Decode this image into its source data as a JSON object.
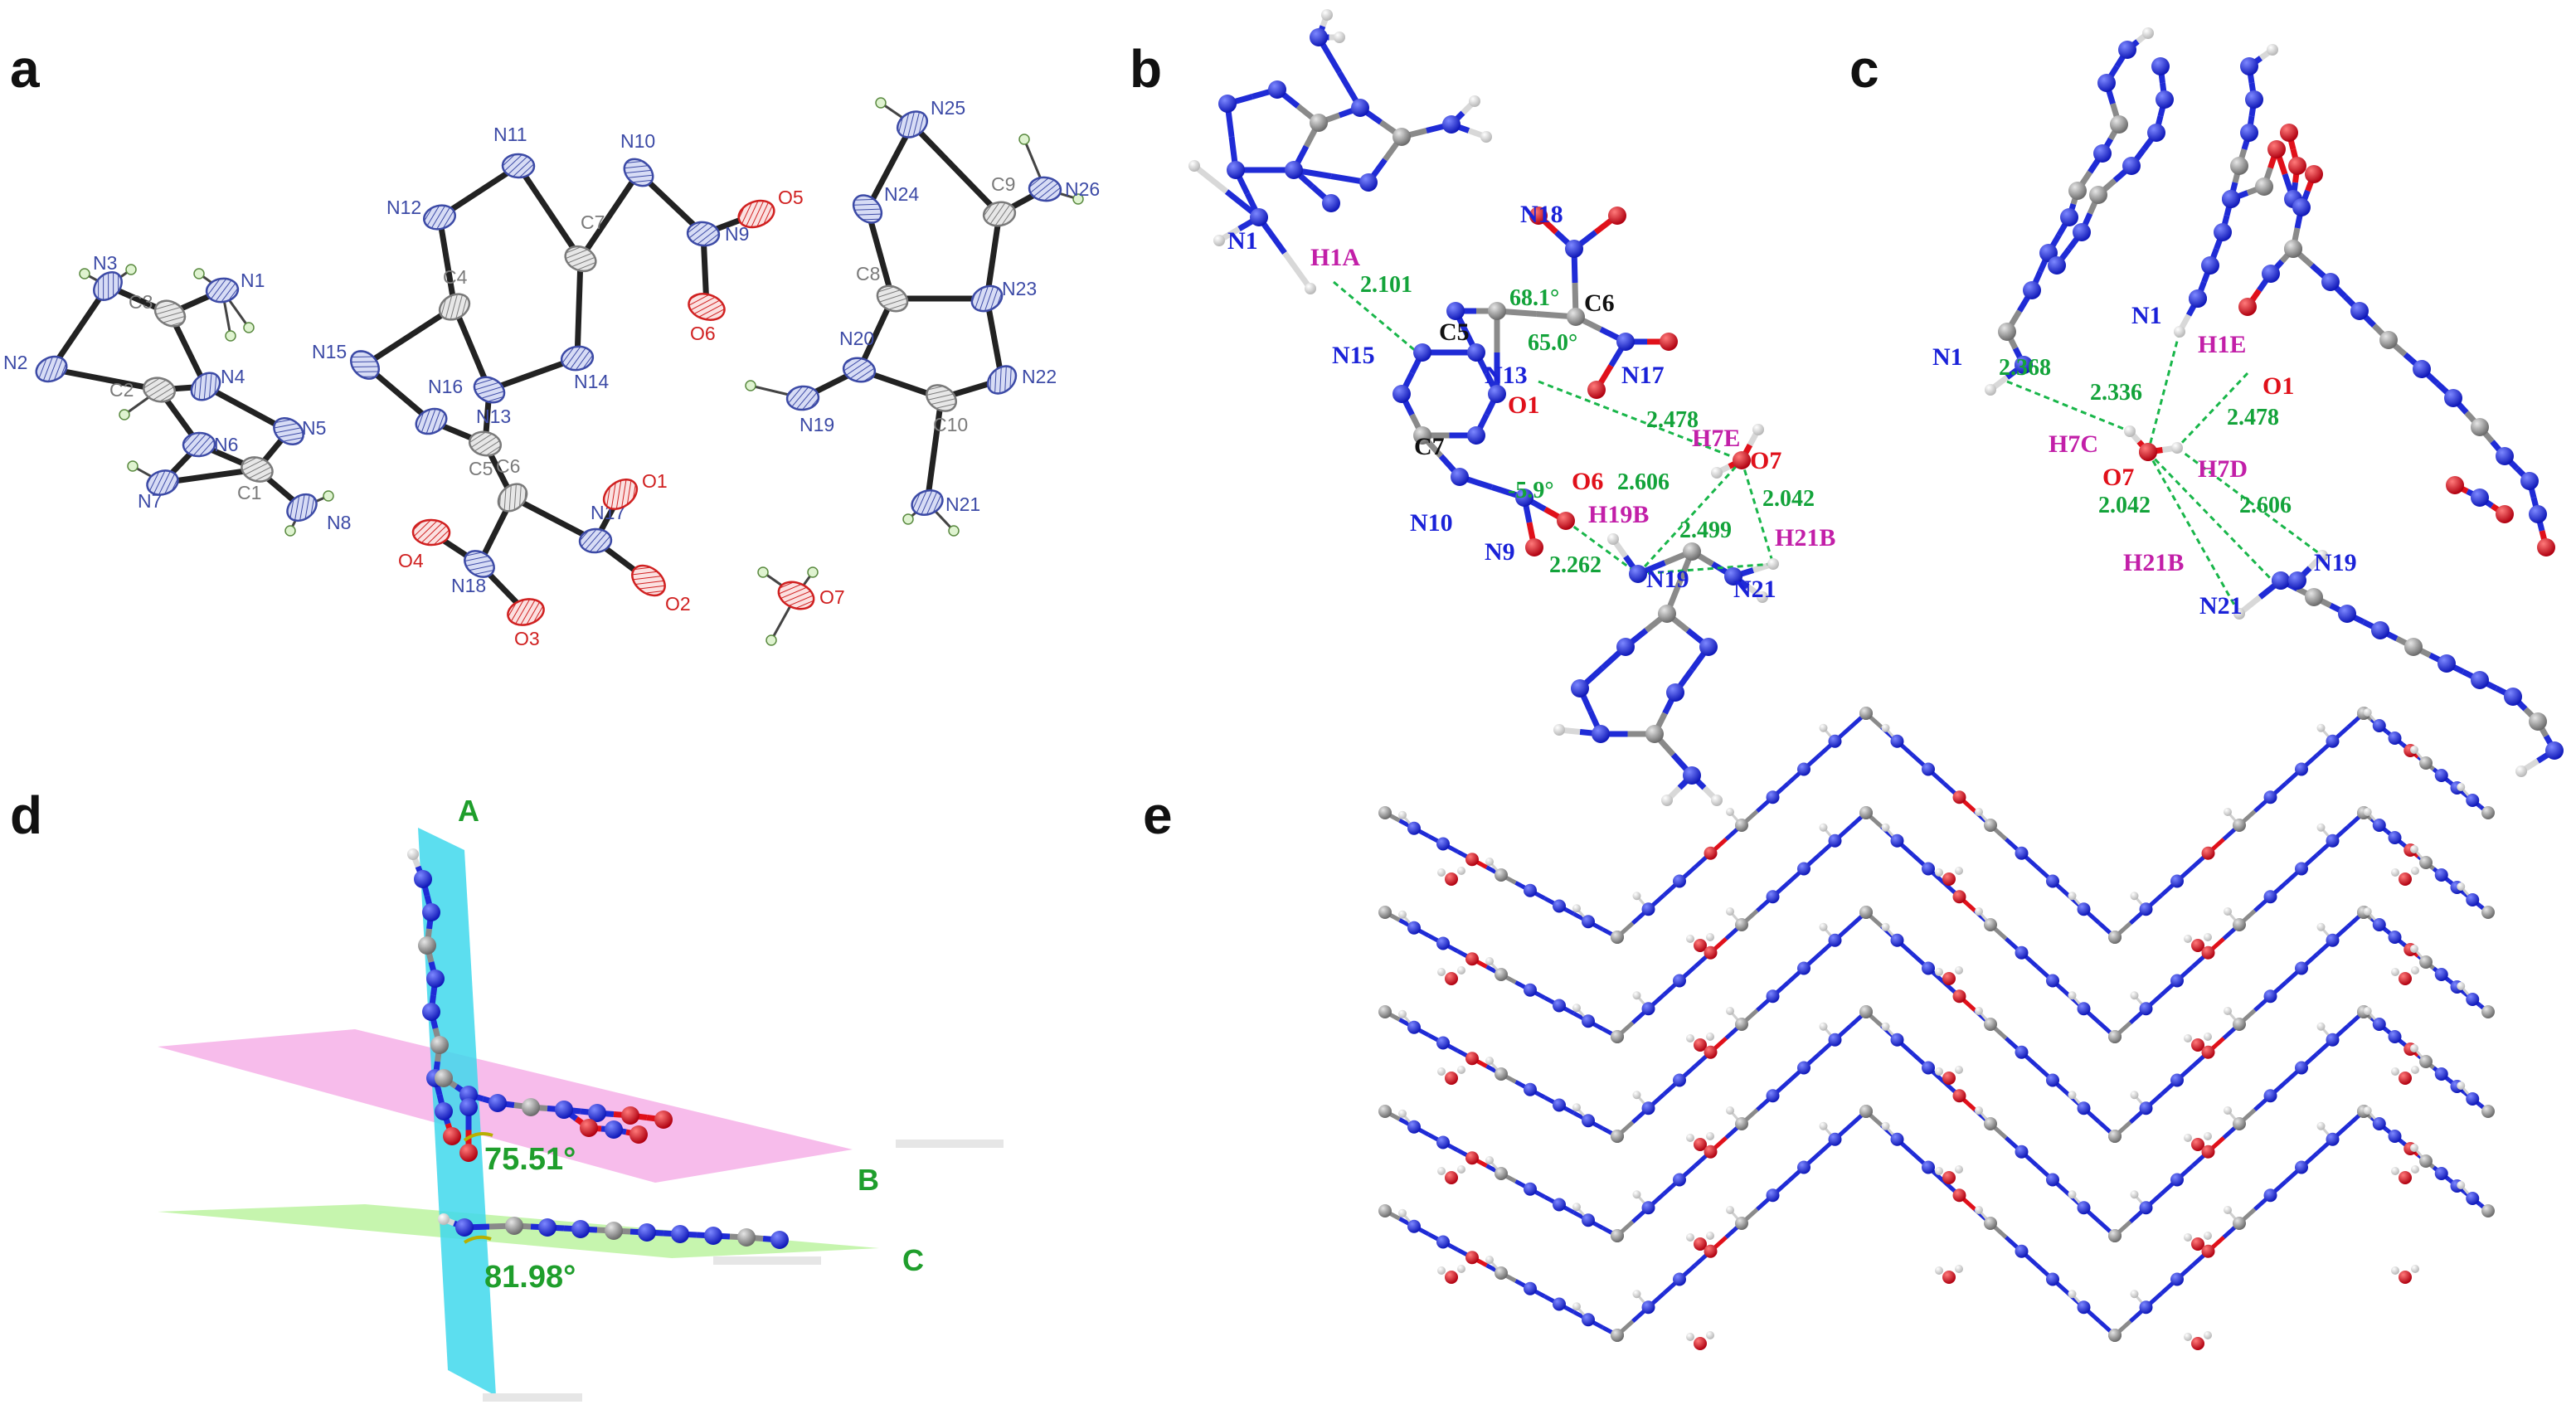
{
  "panels": [
    {
      "letter": "a"
    },
    {
      "letter": "b"
    },
    {
      "letter": "c"
    },
    {
      "letter": "d"
    },
    {
      "letter": "e"
    }
  ],
  "panel_a": {
    "atoms": [
      {
        "label": "N3",
        "type": "N"
      },
      {
        "label": "N1",
        "type": "N"
      },
      {
        "label": "C3",
        "type": "C"
      },
      {
        "label": "N2",
        "type": "N"
      },
      {
        "label": "C2",
        "type": "C"
      },
      {
        "label": "N4",
        "type": "N"
      },
      {
        "label": "N6",
        "type": "N"
      },
      {
        "label": "N5",
        "type": "N"
      },
      {
        "label": "N7",
        "type": "N"
      },
      {
        "label": "C1",
        "type": "C"
      },
      {
        "label": "N8",
        "type": "N"
      },
      {
        "label": "N11",
        "type": "N"
      },
      {
        "label": "N10",
        "type": "N"
      },
      {
        "label": "N12",
        "type": "N"
      },
      {
        "label": "C7",
        "type": "C"
      },
      {
        "label": "C4",
        "type": "C"
      },
      {
        "label": "N9",
        "type": "N"
      },
      {
        "label": "N15",
        "type": "N"
      },
      {
        "label": "N14",
        "type": "N"
      },
      {
        "label": "N13",
        "type": "N"
      },
      {
        "label": "N16",
        "type": "N"
      },
      {
        "label": "C5",
        "type": "C"
      },
      {
        "label": "C6",
        "type": "C"
      },
      {
        "label": "N17",
        "type": "N"
      },
      {
        "label": "N18",
        "type": "N"
      },
      {
        "label": "O5",
        "type": "O"
      },
      {
        "label": "O6",
        "type": "O"
      },
      {
        "label": "O1",
        "type": "O"
      },
      {
        "label": "O4",
        "type": "O"
      },
      {
        "label": "O2",
        "type": "O"
      },
      {
        "label": "O3",
        "type": "O"
      },
      {
        "label": "O7",
        "type": "O"
      },
      {
        "label": "N25",
        "type": "N"
      },
      {
        "label": "N26",
        "type": "N"
      },
      {
        "label": "N24",
        "type": "N"
      },
      {
        "label": "C9",
        "type": "C"
      },
      {
        "label": "C8",
        "type": "C"
      },
      {
        "label": "N23",
        "type": "N"
      },
      {
        "label": "N20",
        "type": "N"
      },
      {
        "label": "N22",
        "type": "N"
      },
      {
        "label": "N19",
        "type": "N"
      },
      {
        "label": "C10",
        "type": "C"
      },
      {
        "label": "N21",
        "type": "N"
      }
    ]
  },
  "panel_b": {
    "atom_labels": [
      {
        "text": "N18",
        "color": "blue"
      },
      {
        "text": "N1",
        "color": "blue"
      },
      {
        "text": "H1A",
        "color": "magenta"
      },
      {
        "text": "C6",
        "color": "black"
      },
      {
        "text": "C5",
        "color": "black"
      },
      {
        "text": "N15",
        "color": "blue"
      },
      {
        "text": "N13",
        "color": "blue"
      },
      {
        "text": "N17",
        "color": "blue"
      },
      {
        "text": "O1",
        "color": "red"
      },
      {
        "text": "H7E",
        "color": "magenta"
      },
      {
        "text": "O7",
        "color": "red"
      },
      {
        "text": "C7",
        "color": "black"
      },
      {
        "text": "O6",
        "color": "red"
      },
      {
        "text": "H19B",
        "color": "magenta"
      },
      {
        "text": "H21B",
        "color": "magenta"
      },
      {
        "text": "N10",
        "color": "blue"
      },
      {
        "text": "N9",
        "color": "blue"
      },
      {
        "text": "N19",
        "color": "blue"
      },
      {
        "text": "N21",
        "color": "blue"
      }
    ],
    "measurements": [
      "2.101",
      "68.1°",
      "65.0°",
      "2.478",
      "-5.9°",
      "2.606",
      "2.042",
      "2.499",
      "2.262"
    ]
  },
  "panel_c": {
    "atom_labels": [
      {
        "text": "N1",
        "color": "blue"
      },
      {
        "text": "H1E",
        "color": "magenta"
      },
      {
        "text": "N1",
        "color": "blue"
      },
      {
        "text": "O1",
        "color": "red"
      },
      {
        "text": "H7C",
        "color": "magenta"
      },
      {
        "text": "O7",
        "color": "red"
      },
      {
        "text": "H7D",
        "color": "magenta"
      },
      {
        "text": "H21B",
        "color": "magenta"
      },
      {
        "text": "N19",
        "color": "blue"
      },
      {
        "text": "N21",
        "color": "blue"
      }
    ],
    "measurements": [
      "2.368",
      "2.336",
      "2.478",
      "2.042",
      "2.606"
    ]
  },
  "panel_d": {
    "planes": [
      {
        "label": "A",
        "color": "#33d6e8"
      },
      {
        "label": "B",
        "color": "#f08ad8"
      },
      {
        "label": "C",
        "color": "#a9ee86"
      }
    ],
    "angles": [
      "75.51°",
      "81.98°"
    ]
  },
  "colors": {
    "nitrogen": "#1f2bd6",
    "carbon": "#8c8c8c",
    "oxygen": "#e0101a",
    "hydrogen": "#e8e8e8",
    "hbond": "#19b64a",
    "ortep_N": "#3c4aa6",
    "ortep_O": "#d02020",
    "ortep_C": "#7a7a7a"
  }
}
